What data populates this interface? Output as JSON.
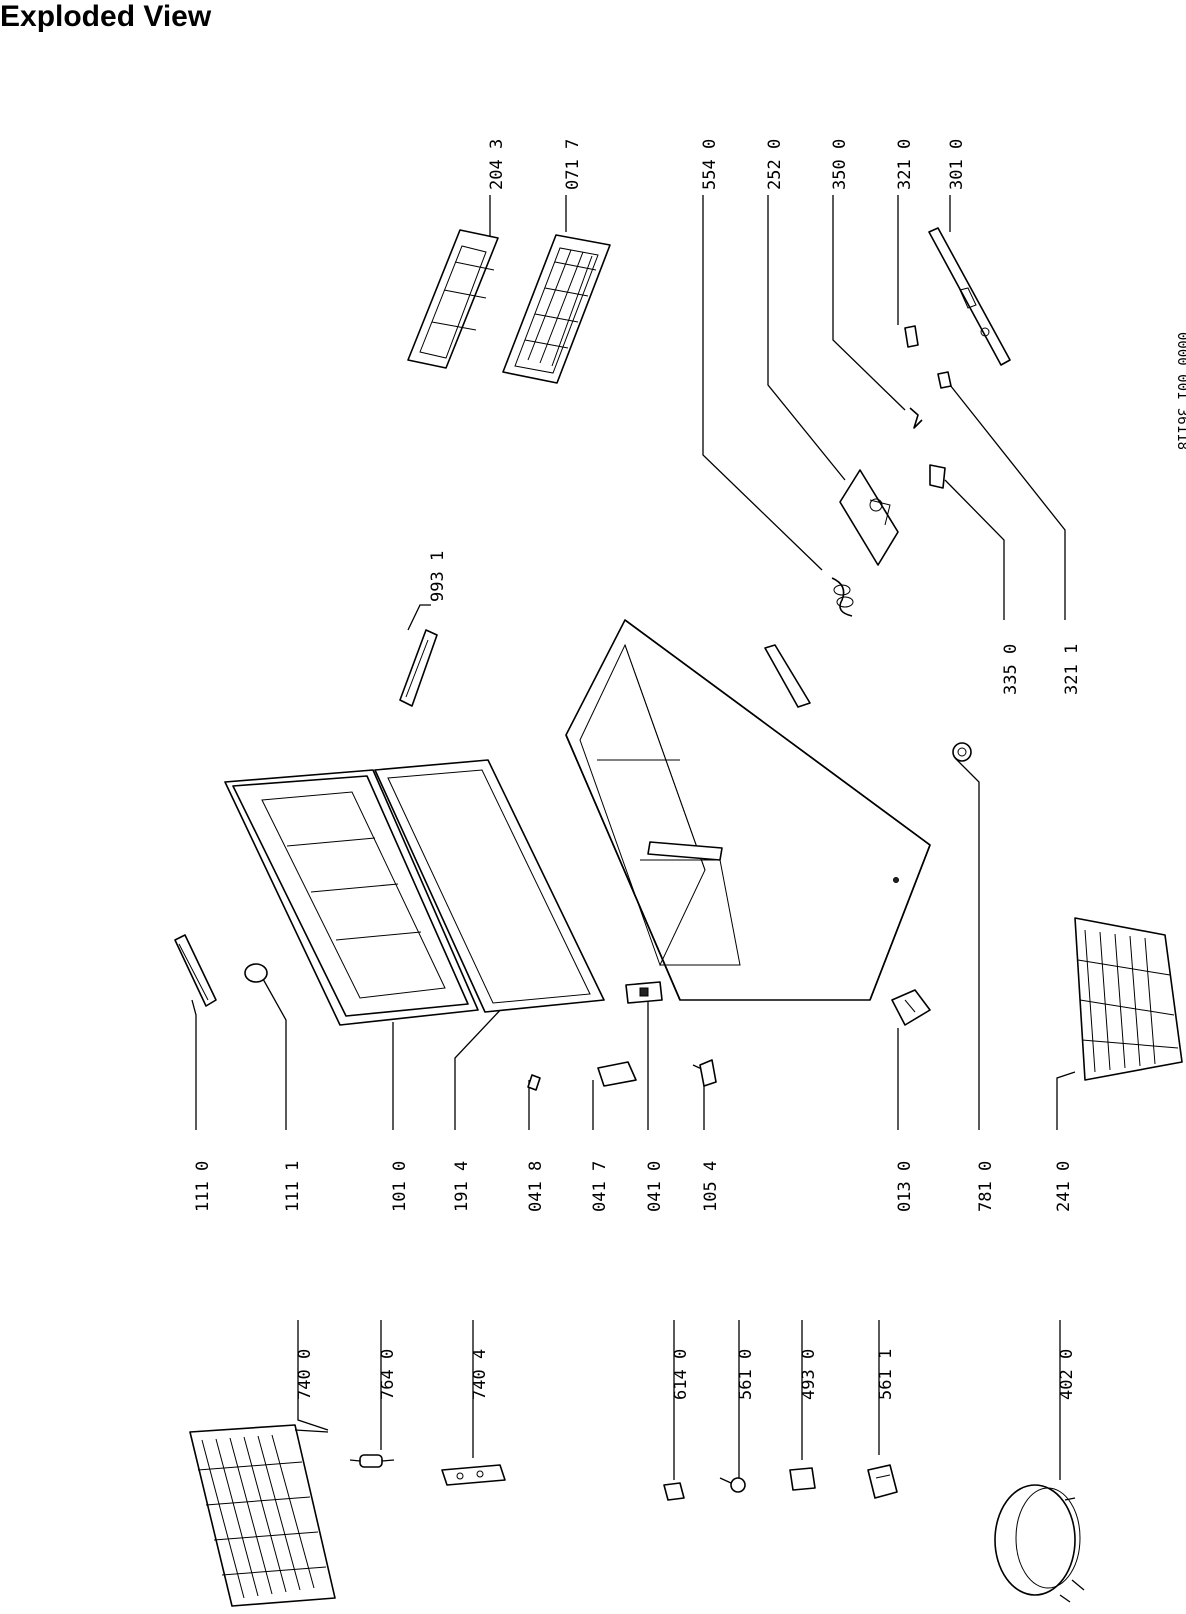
{
  "title": "Exploded View",
  "doc_code": "0000 001 36118",
  "parts": {
    "p111_0": "111 0",
    "p111_1": "111 1",
    "p101_0": "101 0",
    "p191_4": "191 4",
    "p041_8": "041 8",
    "p041_7": "041 7",
    "p041_0": "041 0",
    "p105_4": "105 4",
    "p013_0": "013 0",
    "p781_0": "781 0",
    "p241_0": "241 0",
    "p204_3": "204 3",
    "p071_7": "071 7",
    "p554_0": "554 0",
    "p252_0": "252 0",
    "p350_0": "350 0",
    "p321_0": "321 0",
    "p301_0": "301 0",
    "p993_1": "993 1",
    "p335_0": "335 0",
    "p321_1": "321 1",
    "p740_0": "740 0",
    "p764_0": "764 0",
    "p740_4": "740 4",
    "p614_0": "614 0",
    "p561_0": "561 0",
    "p493_0": "493 0",
    "p561_1": "561 1",
    "p402_0": "402 0"
  }
}
